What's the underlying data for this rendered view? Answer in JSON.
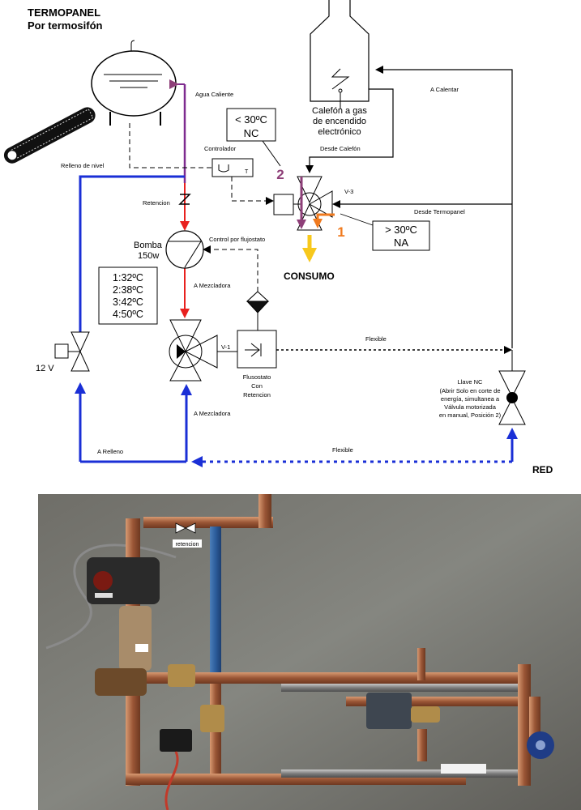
{
  "title": {
    "line1": "TERMOPANEL",
    "line2": "Por termosifón"
  },
  "labels": {
    "agua_caliente": "Agua Caliente",
    "relleno_nivel": "Relleno de nivel",
    "controlador": "Controlador",
    "controlador_t": "T",
    "retencion": "Retencion",
    "bomba": "Bomba",
    "bomba_power": "150w",
    "control_flujostato": "Control por flujostato",
    "a_mezcladora_top": "A Mezcladora",
    "a_mezcladora_bottom": "A Mezcladora",
    "v1": "V-1",
    "v3": "V-3",
    "flusostato_1": "Flusostato",
    "flusostato_2": "Con",
    "flusostato_3": "Retencion",
    "flexible_top": "Flexible",
    "flexible_bottom": "Flexible",
    "a_relleno": "A Relleno",
    "twelve_v": "12 V",
    "a_calentar": "A Calentar",
    "desde_calefon": "Desde Calefón",
    "desde_termopanel": "Desde Termopanel",
    "consumo": "CONSUMO",
    "red": "RED",
    "calefon_1": "Calefón a gas",
    "calefon_2": "de encendido",
    "calefon_3": "electrónico",
    "llave_1": "Llave NC",
    "llave_2": "(Abrir Solo en corte de",
    "llave_3": "energía, simultanea a",
    "llave_4": "Válvula motorizada",
    "llave_5": "en manual, Posición 2)",
    "temp_nc_1": "< 30ºC",
    "temp_nc_2": "NC",
    "temp_na_1": "> 30ºC",
    "temp_na_2": "NA",
    "num_1": "1",
    "num_2": "2"
  },
  "settings": [
    "1:32ºC",
    "2:38ºC",
    "3:42ºC",
    "4:50ºC"
  ],
  "photo_label": "retencion",
  "colors": {
    "hot": "#e8211f",
    "cold": "#1a2fd6",
    "pos2": "#8e3f78",
    "pos1": "#f07a1e",
    "consumo": "#f7c81c",
    "hot_purple": "#7e2b8f"
  }
}
